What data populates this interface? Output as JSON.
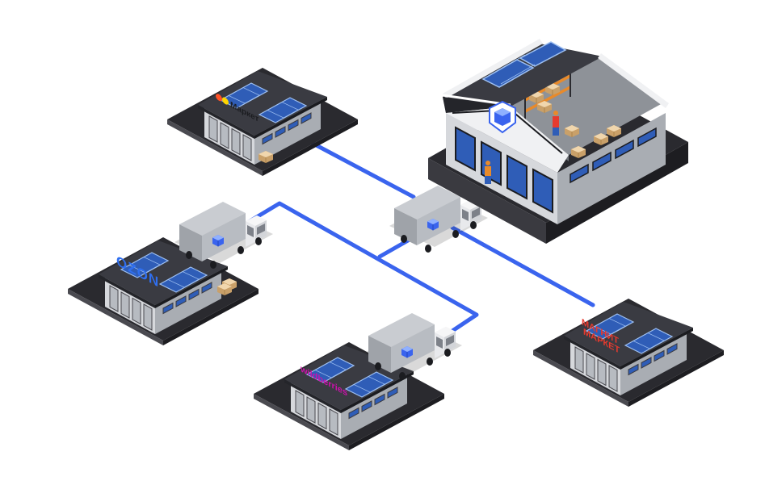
{
  "colors": {
    "route": "#3a64ee",
    "ground": "#2a2a2f",
    "roof": "#3a3b42",
    "roof_edge": "#24252a",
    "wall_light": "#d6d8dc",
    "wall_dark": "#a9adb3",
    "panel": "#2f5db7",
    "panel_line": "#9ec0f2",
    "box": "#e7c89a",
    "box_dark": "#c9a069",
    "hub_badge": "#3a64ee",
    "ozon": "#2f6ff0",
    "wildberries": "#cb11ab",
    "magnit": "#e63a2e",
    "yandex": "#ff5226"
  },
  "nodes": {
    "yandex_market": {
      "logo_text": "Маркет"
    },
    "ozon": {
      "logo_text": "OZON"
    },
    "wildberries": {
      "logo_text": "wildberries"
    },
    "magnit_market": {
      "logo_line1": "МАГНИТ",
      "logo_line2": "МАРКЕТ"
    },
    "fulfillment_center": {
      "icon": "cube-shield-icon"
    }
  },
  "vehicles": {
    "central_truck": {
      "icon": "cube-icon"
    },
    "ozon_truck": {
      "icon": "cube-icon"
    },
    "wildberries_truck": {
      "icon": "cube-icon"
    }
  }
}
